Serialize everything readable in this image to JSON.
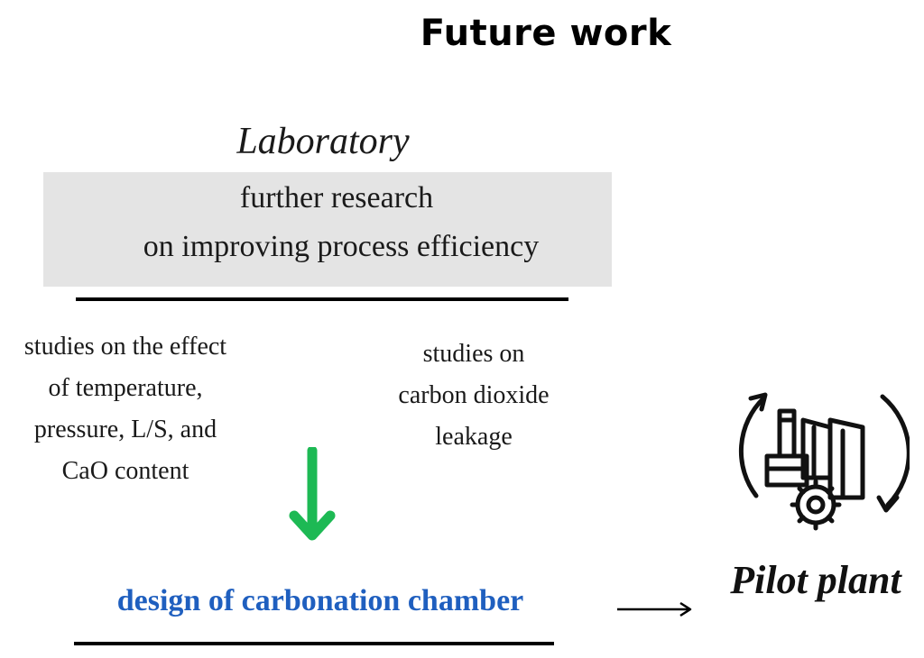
{
  "title": "Future work",
  "laboratory": {
    "heading": "Laboratory",
    "box_line1": "further research",
    "box_line2": "on improving process efficiency"
  },
  "studies_left": [
    "studies on the effect",
    "of temperature,",
    "pressure, L/S, and",
    "CaO content"
  ],
  "studies_right": [
    "studies on",
    "carbon dioxide",
    "leakage"
  ],
  "design": "design of carbonation chamber",
  "pilot_plant": "Pilot plant",
  "colors": {
    "design_text": "#1f5fbf",
    "down_arrow": "#1db954",
    "lab_box": "#e4e4e4"
  },
  "icons": {
    "down_arrow": "arrow-down-icon",
    "right_arrow": "arrow-right-icon",
    "pilot_plant": "factory-gear-cycle-icon"
  }
}
